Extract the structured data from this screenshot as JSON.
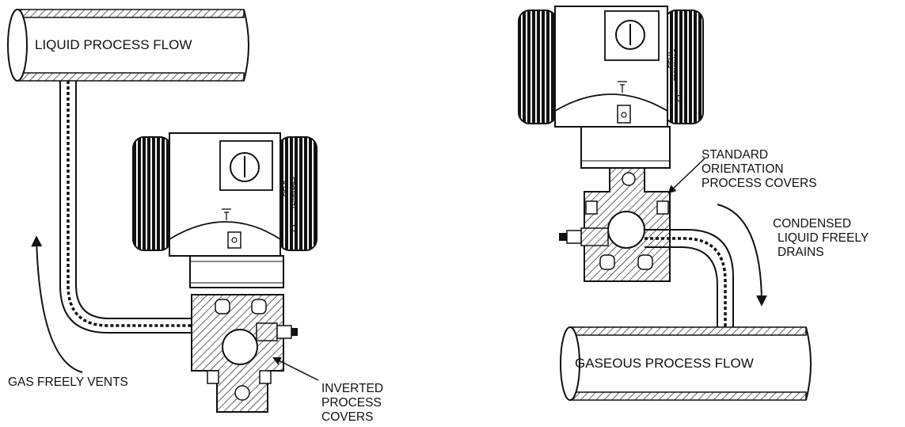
{
  "left_panel": {
    "pipe_label": "LIQUID PROCESS FLOW",
    "vent_label": "GAS FREELY VENTS",
    "covers_label": [
      "INVERTED",
      "PROCESS",
      "COVERS"
    ],
    "housing_marking": [
      "FIELD",
      "TERMINALS"
    ]
  },
  "right_panel": {
    "pipe_label": "GASEOUS PROCESS FLOW",
    "covers_label": [
      "STANDARD",
      "ORIENTATION",
      "PROCESS COVERS"
    ],
    "drain_label": [
      "CONDENSED",
      "LIQUID FREELY",
      "DRAINS"
    ],
    "housing_marking": [
      "FIELD",
      "TERMINALS"
    ]
  },
  "colors": {
    "ink": "#111111",
    "paper": "#ffffff"
  },
  "icons": [
    "flow-arrow-up-icon",
    "flow-arrow-down-icon",
    "ground-symbol-icon",
    "lock-icon"
  ]
}
